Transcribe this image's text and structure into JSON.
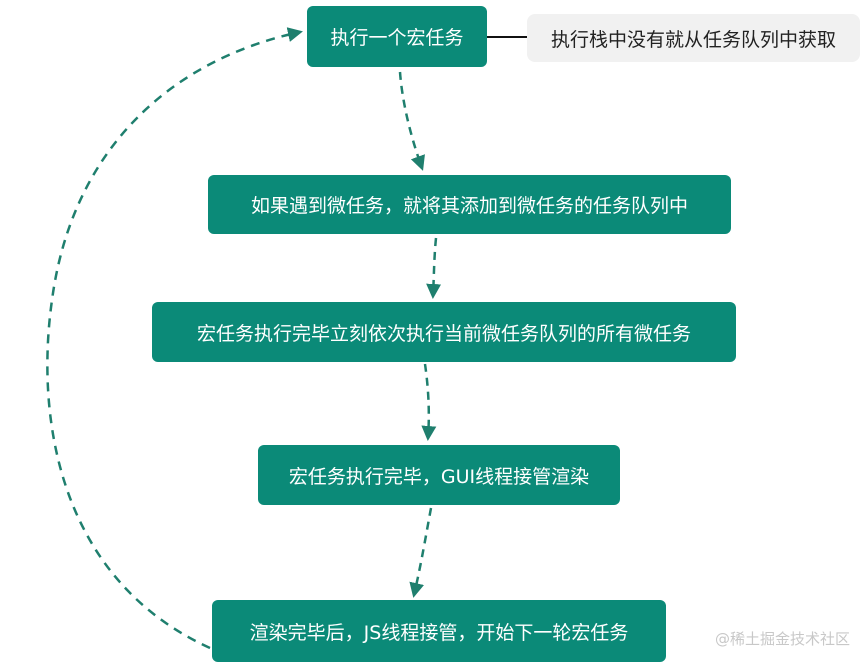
{
  "colors": {
    "node_fill": "#0b8a78",
    "node_text": "#ffffff",
    "arrow": "#1f7f6e",
    "note_fill": "#f1f1f1",
    "note_text": "#222222"
  },
  "nodes": {
    "n1": "执行一个宏任务",
    "n2": "如果遇到微任务，就将其添加到微任务的任务队列中",
    "n3": "宏任务执行完毕立刻依次执行当前微任务队列的所有微任务",
    "n4": "宏任务执行完毕，GUI线程接管渲染",
    "n5": "渲染完毕后，JS线程接管，开始下一轮宏任务"
  },
  "note": {
    "text": "执行栈中没有就从任务队列中获取"
  },
  "watermark": {
    "text": "@稀土掘金技术社区"
  }
}
